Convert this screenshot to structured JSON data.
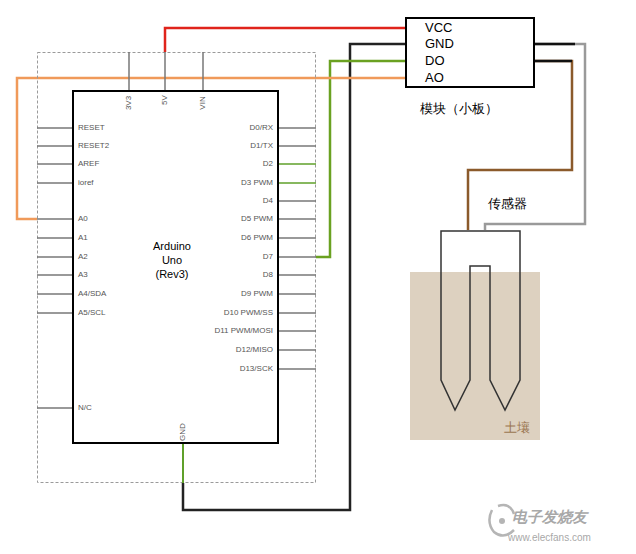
{
  "diagram": {
    "nodes": [
      {
        "text": [
          "Arduino Uno (Rev3)"
        ]
      },
      {
        "text": [
          "VCC",
          "GND",
          "DO",
          "AO",
          "模块（小板）"
        ]
      },
      {
        "text": [
          "传感器"
        ]
      },
      {
        "text": [
          "土壤"
        ]
      }
    ],
    "edges": [
      {
        "from": 1,
        "to": 0,
        "arrow": "none"
      },
      {
        "from": 1,
        "to": 0,
        "arrow": "none"
      },
      {
        "from": 1,
        "to": 0,
        "arrow": "none"
      },
      {
        "from": 1,
        "to": 0,
        "arrow": "none"
      },
      {
        "from": 1,
        "to": 2,
        "arrow": "none"
      },
      {
        "from": 1,
        "to": 2,
        "arrow": "none"
      }
    ],
    "labels": [
      "3V3",
      "5V",
      "VIN",
      "RESET",
      "RESET2",
      "AREF",
      "ioref",
      "A0",
      "A1",
      "A2",
      "A3",
      "A4/SDA",
      "A5/SCL",
      "N/C",
      "D0/RX",
      "D1/TX",
      "D2",
      "D3 PWM",
      "D4",
      "D5 PWM",
      "D6 PWM",
      "D7",
      "D8",
      "D9 PWM",
      "D10 PWM/SS",
      "D11 PWM/MOSI",
      "D12/MISO",
      "D13/SCK",
      "GND",
      "电子发烧友",
      "www.elecfans.com"
    ]
  }
}
